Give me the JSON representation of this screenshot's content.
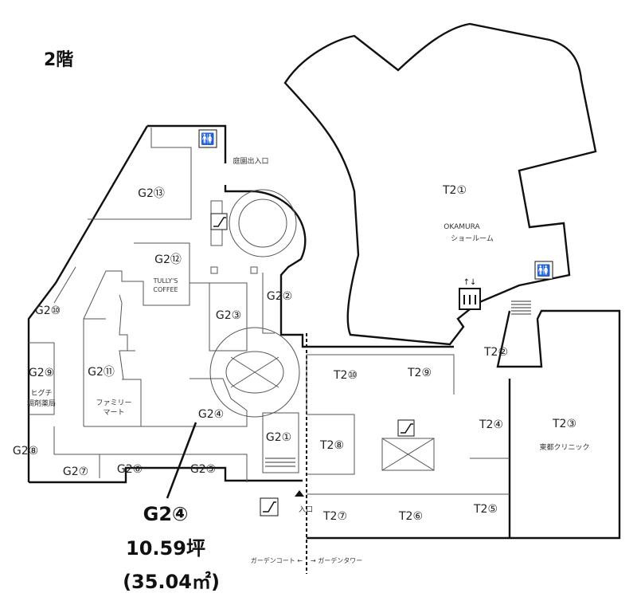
{
  "floor_label": "2階",
  "highlight": {
    "unit": "G2④",
    "tsubo": "10.59坪",
    "sqm": "(35.04㎡)"
  },
  "units_g": {
    "g1": "G2①",
    "g2": "G2②",
    "g3": "G2③",
    "g4": "G2④",
    "g5": "G2⑤",
    "g6": "G2⑥",
    "g7": "G2⑦",
    "g8": "G2⑧",
    "g9": "G2⑨",
    "g10": "G2⑩",
    "g11": "G2⑪",
    "g12": "G2⑫",
    "g13": "G2⑬"
  },
  "units_t": {
    "t1": "T2①",
    "t2": "T2②",
    "t3": "T2③",
    "t4": "T2④",
    "t5": "T2⑤",
    "t6": "T2⑥",
    "t7": "T2⑦",
    "t8": "T2⑧",
    "t9": "T2⑨",
    "t10": "T2⑩"
  },
  "tenants": {
    "okamura_1": "OKAMURA",
    "okamura_2": "ショールーム",
    "tullys_1": "TULLY'S",
    "tullys_2": "COFFEE",
    "family_1": "ファミリー",
    "family_2": "マート",
    "higuchi_1": "ヒグチ",
    "higuchi_2": "調剤薬局",
    "clinic": "東都クリニック"
  },
  "labels": {
    "garden_entrance": "庭園出入口",
    "entrance": "入口",
    "garden_court": "ガーデンコート ←",
    "garden_tower": "→ ガーデンタワー"
  },
  "icons": [
    "restroom-icon",
    "escalator-icon",
    "elevator-icon",
    "stairs-icon",
    "entrance-arrow-icon"
  ]
}
